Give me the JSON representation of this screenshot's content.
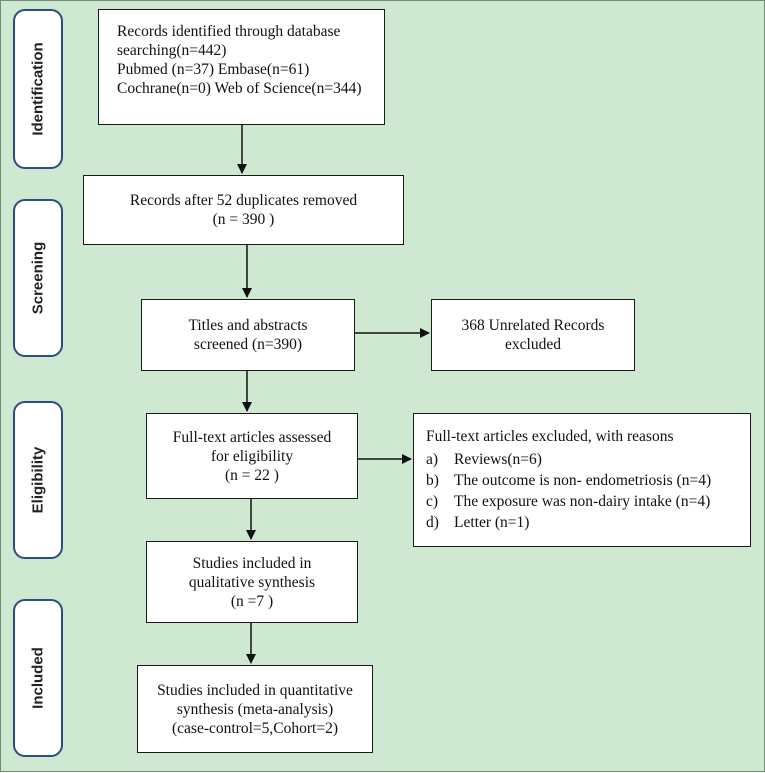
{
  "stages": [
    {
      "label": "Identification"
    },
    {
      "label": "Screening"
    },
    {
      "label": "Eligibility"
    },
    {
      "label": "Included"
    }
  ],
  "boxes": {
    "identified": {
      "lines": [
        "Records identified through database",
        "searching(n=442)",
        "Pubmed (n=37)   Embase(n=61)",
        "Cochrane(n=0) Web of Science(n=344)"
      ]
    },
    "duplicates": {
      "lines": [
        "Records after 52 duplicates removed",
        "(n = 390 )"
      ]
    },
    "screened": {
      "lines": [
        "Titles and abstracts",
        "screened (n=390)"
      ]
    },
    "unrelated": {
      "lines": [
        "368 Unrelated Records",
        "excluded"
      ]
    },
    "fulltext": {
      "lines": [
        "Full-text articles assessed",
        "for eligibility",
        "(n = 22  )"
      ]
    },
    "excluded": {
      "title": "Full-text articles excluded, with reasons",
      "items": [
        {
          "marker": "a)",
          "text": "Reviews(n=6)"
        },
        {
          "marker": "b)",
          "text": "The outcome is non- endometriosis (n=4)"
        },
        {
          "marker": "c)",
          "text": "The exposure was non-dairy intake (n=4)"
        },
        {
          "marker": "d)",
          "text": "Letter (n=1)"
        }
      ]
    },
    "qualitative": {
      "lines": [
        "Studies included in",
        "qualitative synthesis",
        "(n =7  )"
      ]
    },
    "quantitative": {
      "lines": [
        "Studies included in quantitative",
        "synthesis (meta-analysis)",
        "(case-control=5,Cohort=2)"
      ]
    }
  }
}
